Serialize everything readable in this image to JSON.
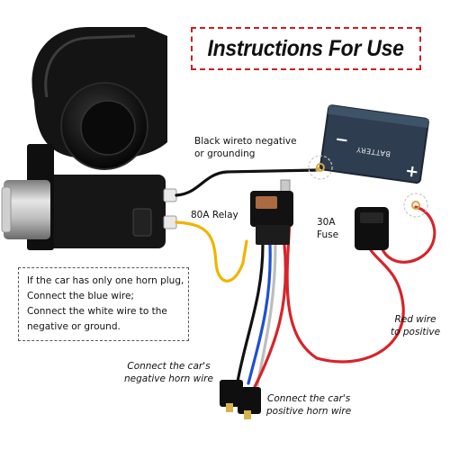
{
  "title": "Instructions For Use",
  "labels": {
    "ground": [
      "Black wireto negative",
      "or grounding"
    ],
    "relay": "80A Relay",
    "fuse": [
      "30A",
      "Fuse"
    ],
    "red_wire": [
      "Red wire",
      "to positive"
    ],
    "negative_horn": [
      "Connect the car's",
      "negative horn wire"
    ],
    "positive_horn": [
      "Connect the car's",
      "positive horn wire"
    ]
  },
  "battery": {
    "text": "BATTERY",
    "negative_symbol": "−",
    "positive_symbol": "+"
  },
  "note": [
    "If the car has only one horn plug,",
    "Connect the blue wire;",
    "Connect the white wire to the",
    "negative or ground."
  ],
  "colors": {
    "title_border": "#cc1f1f",
    "red_wire": "#d8232a",
    "yellow_wire": "#f0b400",
    "blue_wire": "#1f4fd1",
    "black_wire": "#111111",
    "battery_body": "#2e3d4f"
  }
}
